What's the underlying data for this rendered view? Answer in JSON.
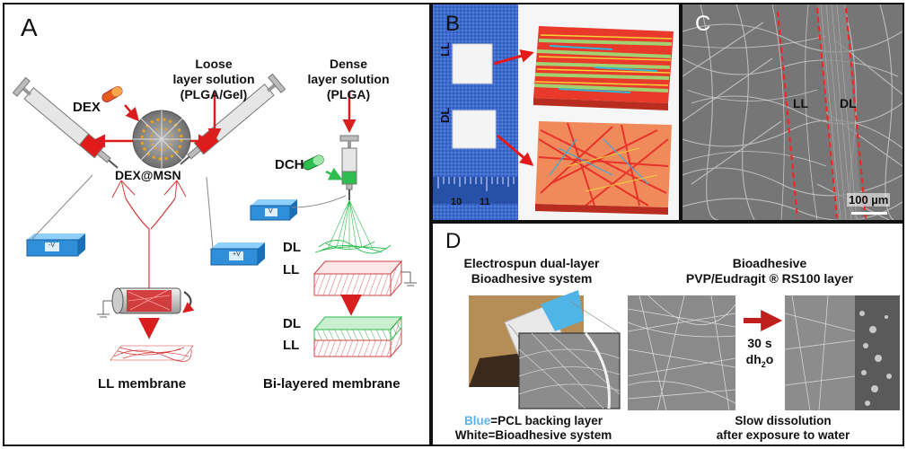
{
  "panel_a": {
    "letter": "A",
    "loose_title": [
      "Loose",
      "layer solution",
      "(PLGA/Gel)"
    ],
    "dense_title": [
      "Dense",
      "layer solution",
      "(PLGA)"
    ],
    "dex": "DEX",
    "dex_msn": "DEX@MSN",
    "dch": "DCH",
    "dl": "DL",
    "ll": "LL",
    "ll_membrane": "LL membrane",
    "bilayer_membrane": "Bi-layered membrane",
    "supply_label_minus": "-V",
    "supply_label_plus": "+V",
    "supply_label_v": "V"
  },
  "panel_b": {
    "letter": "B",
    "ll": "LL",
    "dl": "DL",
    "ruler_10": "10",
    "ruler_11": "11"
  },
  "panel_c": {
    "letter": "C",
    "ll": "LL",
    "dl": "DL",
    "scale": "100 µm"
  },
  "panel_d": {
    "letter": "D",
    "left_title": [
      "Electrospun dual-layer",
      "Bioadhesive system"
    ],
    "right_title": [
      "Bioadhesive",
      "PVP/Eudragit ® RS100 layer"
    ],
    "time": "30 s",
    "medium_prefix": "dh",
    "medium_sub": "2",
    "medium_suffix": "o",
    "legend_blue_word": "Blue",
    "legend_blue_rest": "=PCL backing layer",
    "legend_white": "White=Bioadhesive system",
    "bottom_caption": [
      "Slow dissolution",
      "after exposure to water"
    ]
  },
  "colors": {
    "syringe_red": "#e21a1a",
    "arrow_red": "#d81e1e",
    "fiber_red": "#d43a3a",
    "dense_green": "#2ebd4f",
    "supply_blue": "#2f8fd8",
    "blue_fabric": "#3d6bd0",
    "dl_dash": "#ff2020",
    "legend_blue": "#5ab4e8",
    "time_arrow": "#c0201d"
  }
}
